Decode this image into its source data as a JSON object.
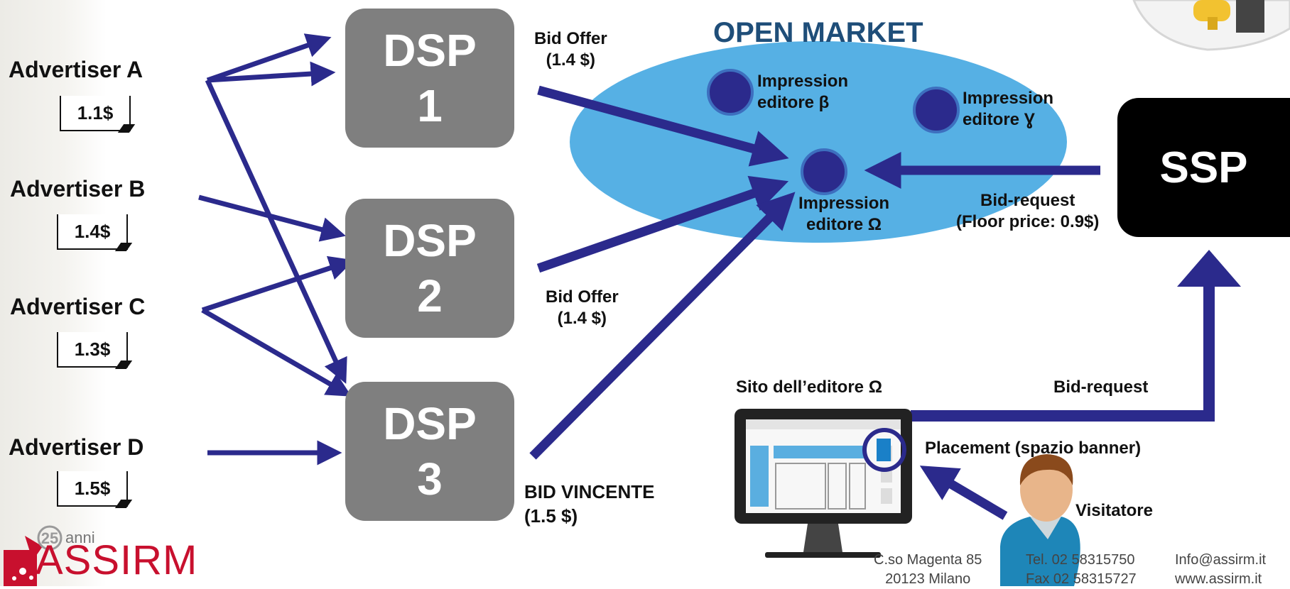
{
  "advertisers": [
    {
      "name": "Advertiser A",
      "price": "1.1$"
    },
    {
      "name": "Advertiser B",
      "price": "1.4$"
    },
    {
      "name": "Advertiser C",
      "price": "1.3$"
    },
    {
      "name": "Advertiser D",
      "price": "1.5$"
    }
  ],
  "dsps": [
    {
      "name": "DSP",
      "number": "1"
    },
    {
      "name": "DSP",
      "number": "2"
    },
    {
      "name": "DSP",
      "number": "3"
    }
  ],
  "bids": {
    "offer1_title": "Bid Offer",
    "offer1_value": "(1.4 $)",
    "offer2_title": "Bid Offer",
    "offer2_value": "(1.4 $)",
    "winner_title": "BID VINCENTE",
    "winner_value": "(1.5 $)"
  },
  "open_market": {
    "title": "OPEN MARKET",
    "impressions": [
      {
        "line1": "Impression",
        "line2": "editore β"
      },
      {
        "line1": "Impression",
        "line2": "editore Ɣ"
      },
      {
        "line1": "Impression",
        "line2": "editore Ω"
      }
    ]
  },
  "ssp": {
    "label": "SSP",
    "request_title": "Bid-request",
    "request_detail": "(Floor price: 0.9$)",
    "site_request": "Bid-request"
  },
  "publisher": {
    "site_label": "Sito dell’editore Ω",
    "placement_label": "Placement (spazio banner)",
    "visitor_label": "Visitatore"
  },
  "footer": {
    "address_line1": "C.so Magenta 85",
    "address_line2": "20123 Milano",
    "tel": "Tel. 02 58315750",
    "fax": "Fax 02 58315727",
    "email": "Info@assirm.it",
    "web": "www.assirm.it"
  },
  "logo": {
    "anni": "anni",
    "name": "ASSIRM",
    "number": "25"
  },
  "colors": {
    "arrow": "#2b2a8c",
    "dsp_box": "#7f7f7f",
    "ellipse": "#56b0e4",
    "impression_dot": "#2b2a8c",
    "ssp_box": "#000000",
    "title": "#1f4e79",
    "logo": "#c8102e"
  }
}
